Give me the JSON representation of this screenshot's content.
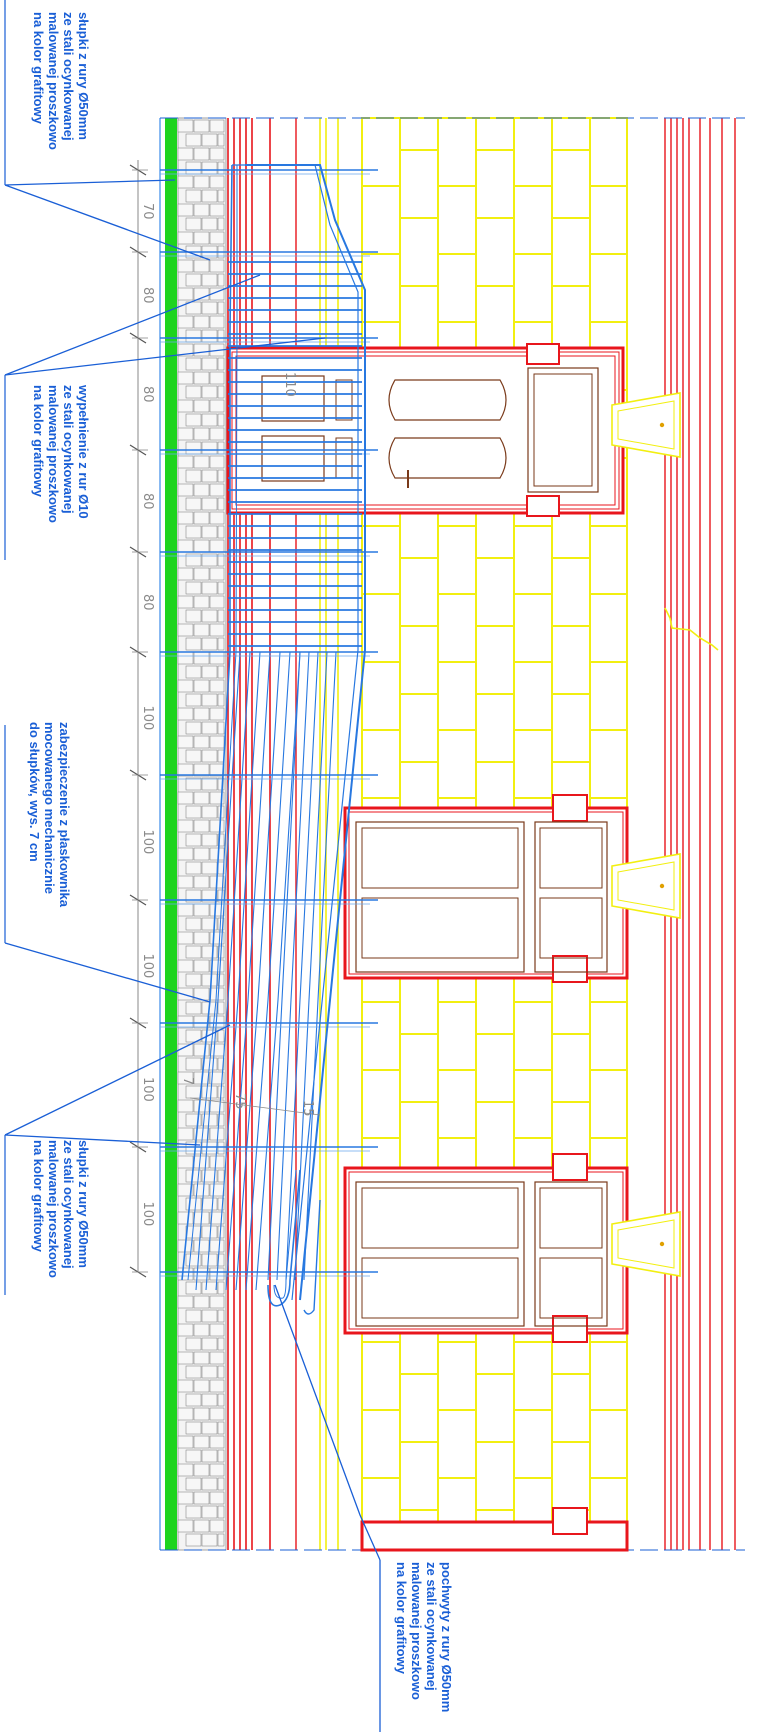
{
  "drawing": {
    "colors": {
      "annotation": "#1a5fd6",
      "rail": "#2878e0",
      "brick": "#f2ef10",
      "red_band": "#e8161c",
      "green_strip": "#1ed41e",
      "door": "#7a3a1a",
      "dimension": "#8a8a8a"
    },
    "annotations": {
      "posts_top": [
        "słupki z rury Ø50mm",
        "ze stali ocynkowanej",
        "malowanej proszkowo",
        "na kolor grafitowy"
      ],
      "infill": [
        "wypełnienie z rur Ø10",
        "ze stali ocynkowanej",
        "malowanej proszkowo",
        "na kolor grafitowy"
      ],
      "guard": [
        "zabezpieczenie z płaskownika",
        "mocowanego mechanicznie",
        "do słupków, wys. 7 cm"
      ],
      "posts_bottom": [
        "słupki z rury Ø50mm",
        "ze stali ocynkowanej",
        "malowanej proszkowo",
        "na kolor grafitowy"
      ],
      "handrail": [
        "pochwyty z rury Ø50mm",
        "ze stali ocynkowanej",
        "malowanej proszkowo",
        "na kolor grafitowy"
      ]
    },
    "dimensions": [
      "70",
      "80",
      "80",
      "80",
      "80",
      "100",
      "100",
      "100",
      "100",
      "100"
    ],
    "inner_dimensions": [
      "110",
      "7",
      "75",
      "15"
    ]
  }
}
